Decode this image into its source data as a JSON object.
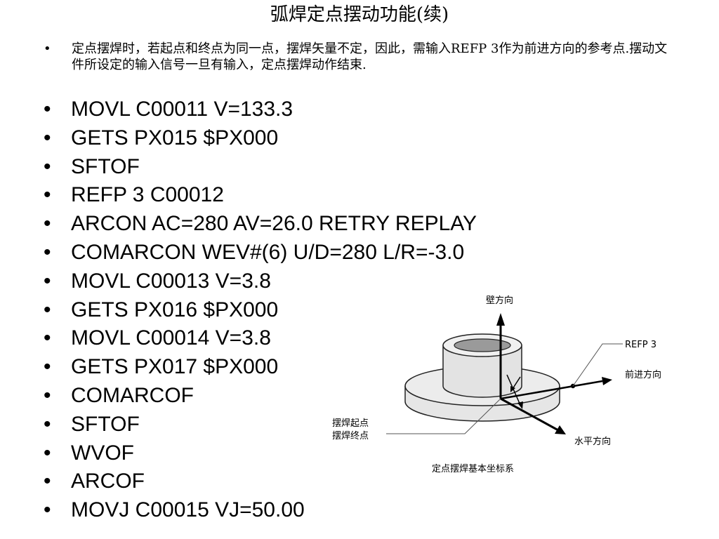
{
  "title": "弧焊定点摆动功能(续)",
  "intro": {
    "bullet": "•",
    "text": "定点摆焊时，若起点和终点为同一点，摆焊矢量不定，因此，需输入REFP 3作为前进方向的参考点.摆动文件所设定的输入信号一旦有输入，定点摆焊动作结束."
  },
  "code_lines": [
    "MOVL C00011 V=133.3",
    "GETS PX015 $PX000",
    "SFTOF",
    "REFP 3 C00012",
    "ARCON AC=280 AV=26.0 RETRY REPLAY",
    "COMARCON WEV#(6) U/D=280 L/R=-3.0",
    "MOVL C00013 V=3.8",
    "GETS PX016 $PX000",
    "MOVL C00014 V=3.8",
    "GETS PX017 $PX000",
    "COMARCOF",
    "SFTOF",
    "WVOF",
    "ARCOF",
    "MOVJ C00015 VJ=50.00"
  ],
  "diagram": {
    "wall_direction": "壁方向",
    "refp_label": "REFP 3",
    "forward_direction": "前进方向",
    "weave_start": "摆焊起点",
    "weave_end": "摆焊终点",
    "horizontal_direction": "水平方向",
    "caption": "定点摆焊基本坐标系"
  }
}
